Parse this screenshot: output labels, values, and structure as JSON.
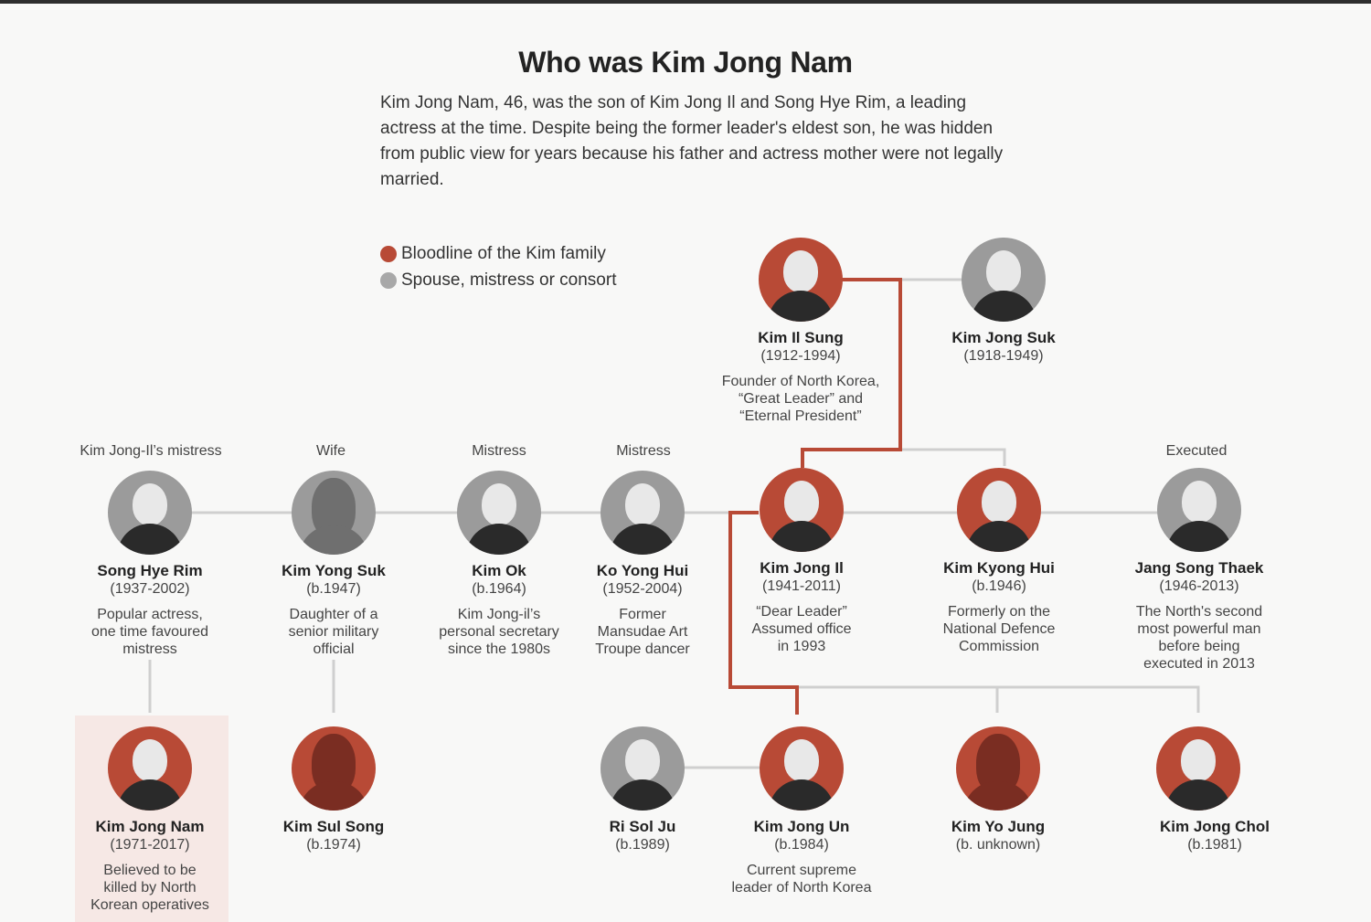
{
  "title": "Who was Kim Jong Nam",
  "intro": "Kim Jong Nam, 46, was the son of Kim Jong Il and Song Hye Rim, a leading actress at the time. Despite being the former leader's eldest son, he was hidden from public view for years because his father and actress mother were not legally married.",
  "legend": [
    {
      "label": "Bloodline of the Kim family",
      "color": "#b84a36"
    },
    {
      "label": "Spouse, mistress or consort",
      "color": "#a8a8a8"
    }
  ],
  "colors": {
    "bloodline": "#b84a36",
    "spouse": "#a8a8a8",
    "connector": "#cfcfcf",
    "highlight": "#f6e8e5"
  },
  "tags": {
    "song_hye_rim": "Kim Jong-Il’s mistress",
    "kim_yong_suk": "Wife",
    "kim_ok": "Mistress",
    "ko_yong_hui": "Mistress",
    "jang_song_thaek": "Executed"
  },
  "people": {
    "kim_il_sung": {
      "name": "Kim Il Sung",
      "years": "(1912-1994)",
      "desc": "Founder of North Korea,\n“Great Leader” and\n“Eternal President”",
      "icon": "portrait-icon"
    },
    "kim_jong_suk": {
      "name": "Kim Jong Suk",
      "years": "(1918-1949)",
      "desc": "",
      "icon": "portrait-icon"
    },
    "song_hye_rim": {
      "name": "Song Hye Rim",
      "years": "(1937-2002)",
      "desc": "Popular actress,\none time favoured\nmistress",
      "icon": "portrait-icon"
    },
    "kim_yong_suk": {
      "name": "Kim Yong Suk",
      "years": "(b.1947)",
      "desc": "Daughter of a\nsenior military\nofficial",
      "icon": "silhouette-icon"
    },
    "kim_ok": {
      "name": "Kim Ok",
      "years": "(b.1964)",
      "desc": "Kim Jong-il’s\npersonal secretary\nsince the 1980s",
      "icon": "portrait-icon"
    },
    "ko_yong_hui": {
      "name": "Ko Yong Hui",
      "years": "(1952-2004)",
      "desc": "Former\nMansudae Art\nTroupe dancer",
      "icon": "portrait-icon"
    },
    "kim_jong_il": {
      "name": "Kim Jong Il",
      "years": "(1941-2011)",
      "desc": "“Dear Leader”\nAssumed office\nin 1993",
      "icon": "portrait-icon"
    },
    "kim_kyong_hui": {
      "name": "Kim Kyong Hui",
      "years": "(b.1946)",
      "desc": "Formerly on the\nNational Defence\nCommission",
      "icon": "portrait-icon"
    },
    "jang_song_thaek": {
      "name": "Jang Song Thaek",
      "years": "(1946-2013)",
      "desc": "The North's second\nmost powerful man\nbefore being\nexecuted in 2013",
      "icon": "portrait-icon"
    },
    "kim_jong_nam": {
      "name": "Kim Jong Nam",
      "years": "(1971-2017)",
      "desc": "Believed to be\nkilled by North\nKorean operatives",
      "icon": "portrait-icon"
    },
    "kim_sul_song": {
      "name": "Kim Sul Song",
      "years": "(b.1974)",
      "desc": "",
      "icon": "silhouette-icon"
    },
    "ri_sol_ju": {
      "name": "Ri Sol Ju",
      "years": "(b.1989)",
      "desc": "",
      "icon": "portrait-icon"
    },
    "kim_jong_un": {
      "name": "Kim Jong Un",
      "years": "(b.1984)",
      "desc": "Current supreme\nleader of North Korea",
      "icon": "portrait-icon"
    },
    "kim_yo_jung": {
      "name": "Kim Yo Jung",
      "years": "(b. unknown)",
      "desc": "",
      "icon": "silhouette-icon"
    },
    "kim_jong_chol": {
      "name": "Kim Jong Chol",
      "years": "(b.1981)",
      "desc": "",
      "icon": "portrait-icon"
    }
  }
}
